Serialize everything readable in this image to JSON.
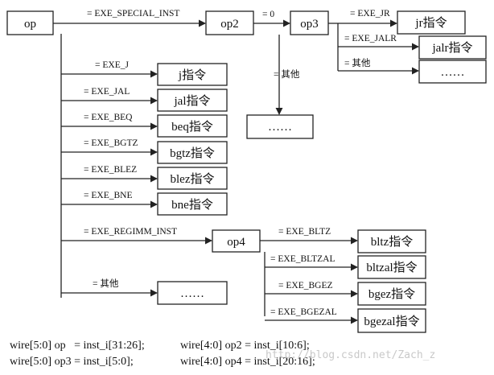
{
  "nodes": {
    "op": "op",
    "op2": "op2",
    "op3": "op3",
    "op4": "op4",
    "jr": "jr指令",
    "jalr": "jalr指令",
    "op3_other": "……",
    "op2_other": "……",
    "j": "j指令",
    "jal": "jal指令",
    "beq": "beq指令",
    "bgtz": "bgtz指令",
    "blez": "blez指令",
    "bne": "bne指令",
    "op_other": "……",
    "bltz": "bltz指令",
    "bltzal": "bltzal指令",
    "bgez": "bgez指令",
    "bgezal": "bgezal指令"
  },
  "labels": {
    "special": "= EXE_SPECIAL_INST",
    "zero": "= 0",
    "jr": "= EXE_JR",
    "jalr": "= EXE_JALR",
    "op3_other": "= 其他",
    "op2_other": "= 其他",
    "j": "= EXE_J",
    "jal": "= EXE_JAL",
    "beq": "= EXE_BEQ",
    "bgtz": "= EXE_BGTZ",
    "blez": "= EXE_BLEZ",
    "bne": "= EXE_BNE",
    "regimm": "= EXE_REGIMM_INST",
    "op_other": "= 其他",
    "bltz": "= EXE_BLTZ",
    "bltzal": "= EXE_BLTZAL",
    "bgez": "= EXE_BGEZ",
    "bgezal": "= EXE_BGEZAL"
  },
  "footer": {
    "line1_left": "wire[5:0] op   = inst_i[31:26];",
    "line1_right": "wire[4:0] op2 = inst_i[10:6];",
    "line2_left": "wire[5:0] op3 = inst_i[5:0];",
    "line2_right": "wire[4:0] op4 = inst_i[20:16];"
  },
  "watermark": "http://blog.csdn.net/Zach_z"
}
